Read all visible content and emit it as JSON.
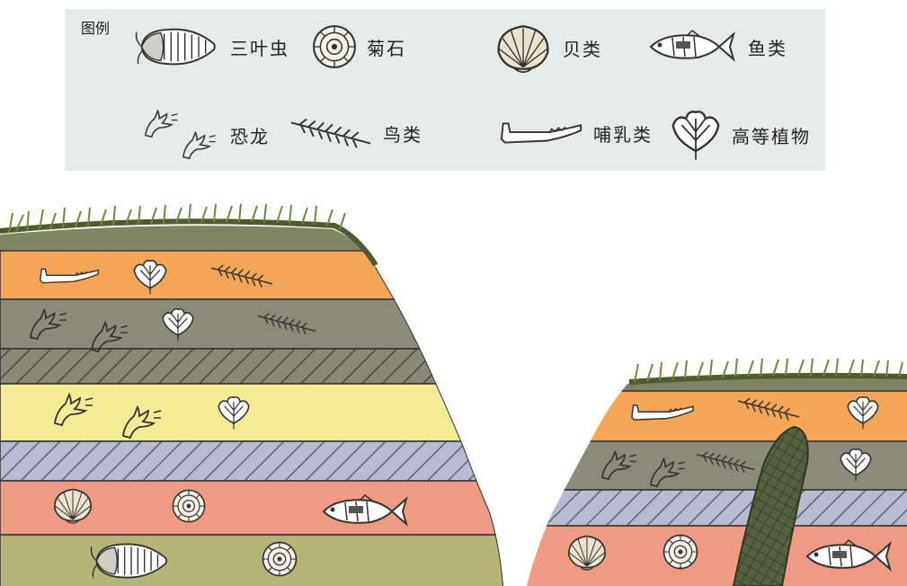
{
  "legend": {
    "title": "图例",
    "items": [
      {
        "icon": "trilobite-icon",
        "label": "三叶虫"
      },
      {
        "icon": "ammonite-icon",
        "label": "菊石"
      },
      {
        "icon": "shell-icon",
        "label": "贝类"
      },
      {
        "icon": "fish-icon",
        "label": "鱼类"
      },
      {
        "icon": "dinosaur-footprint-icon",
        "label": "恐龙"
      },
      {
        "icon": "bird-feather-icon",
        "label": "鸟类"
      },
      {
        "icon": "mammal-jaw-icon",
        "label": "哺乳类"
      },
      {
        "icon": "plant-leaf-icon",
        "label": "高等植物"
      }
    ]
  },
  "colors": {
    "legend_bg": "#e4ecea",
    "grass": "#6f8a3c",
    "ground_top": "#7e8660",
    "layer_orange": "#f4a656",
    "layer_gray": "#8c8a78",
    "layer_hatch_dark": "#7e7c6c",
    "layer_yellow": "#f3ec94",
    "layer_hatch_blue": "#a9aec4",
    "layer_pink": "#ef9a82",
    "layer_olive": "#b7b477",
    "intrusion": "#4f5a3e"
  },
  "left_strata_fossils_top_to_bottom": [
    [
      "mammal-jaw-icon",
      "plant-leaf-icon",
      "bird-feather-icon"
    ],
    [
      "dinosaur-footprint-icon",
      "plant-leaf-icon",
      "bird-feather-icon"
    ],
    [],
    [
      "dinosaur-footprint-icon",
      "plant-leaf-icon"
    ],
    [],
    [
      "shell-icon",
      "ammonite-icon",
      "fish-icon"
    ],
    [
      "trilobite-icon",
      "ammonite-icon"
    ]
  ],
  "right_strata_fossils_top_to_bottom": [
    [
      "mammal-jaw-icon",
      "bird-feather-icon",
      "plant-leaf-icon"
    ],
    [
      "dinosaur-footprint-icon",
      "bird-feather-icon",
      "plant-leaf-icon"
    ],
    [],
    [
      "shell-icon",
      "ammonite-icon",
      "fish-icon"
    ]
  ]
}
